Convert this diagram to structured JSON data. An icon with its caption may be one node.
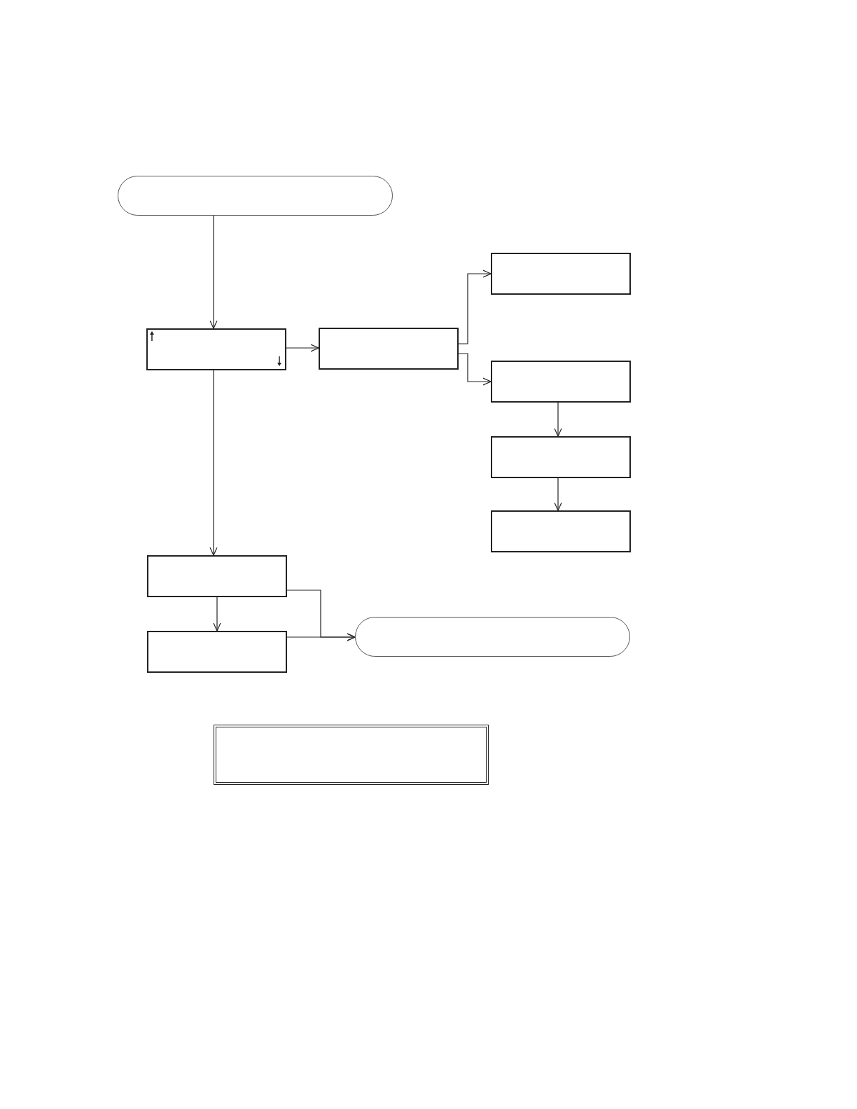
{
  "diagram": {
    "nodes": [
      {
        "text": [],
        "shape": "pill"
      },
      {
        "text": [],
        "shape": "box"
      },
      {
        "text": [],
        "shape": "box"
      },
      {
        "text": [],
        "shape": "box"
      },
      {
        "text": [],
        "shape": "box"
      },
      {
        "text": [],
        "shape": "box"
      },
      {
        "text": [],
        "shape": "box"
      },
      {
        "text": [],
        "shape": "box"
      },
      {
        "text": [],
        "shape": "box"
      },
      {
        "text": [],
        "shape": "pill"
      },
      {
        "text": [],
        "shape": "box"
      }
    ],
    "edges": [
      {
        "from": 0,
        "to": 1,
        "arrow": "to"
      },
      {
        "from": 1,
        "to": 2,
        "arrow": "to"
      },
      {
        "from": 2,
        "to": 3,
        "arrow": "to"
      },
      {
        "from": 2,
        "to": 4,
        "arrow": "to"
      },
      {
        "from": 4,
        "to": 5,
        "arrow": "to"
      },
      {
        "from": 5,
        "to": 6,
        "arrow": "to"
      },
      {
        "from": 1,
        "to": 7,
        "arrow": "to"
      },
      {
        "from": 7,
        "to": 8,
        "arrow": "to"
      },
      {
        "from": 7,
        "to": 9,
        "arrow": "to"
      },
      {
        "from": 8,
        "to": 9,
        "arrow": "to"
      }
    ]
  }
}
